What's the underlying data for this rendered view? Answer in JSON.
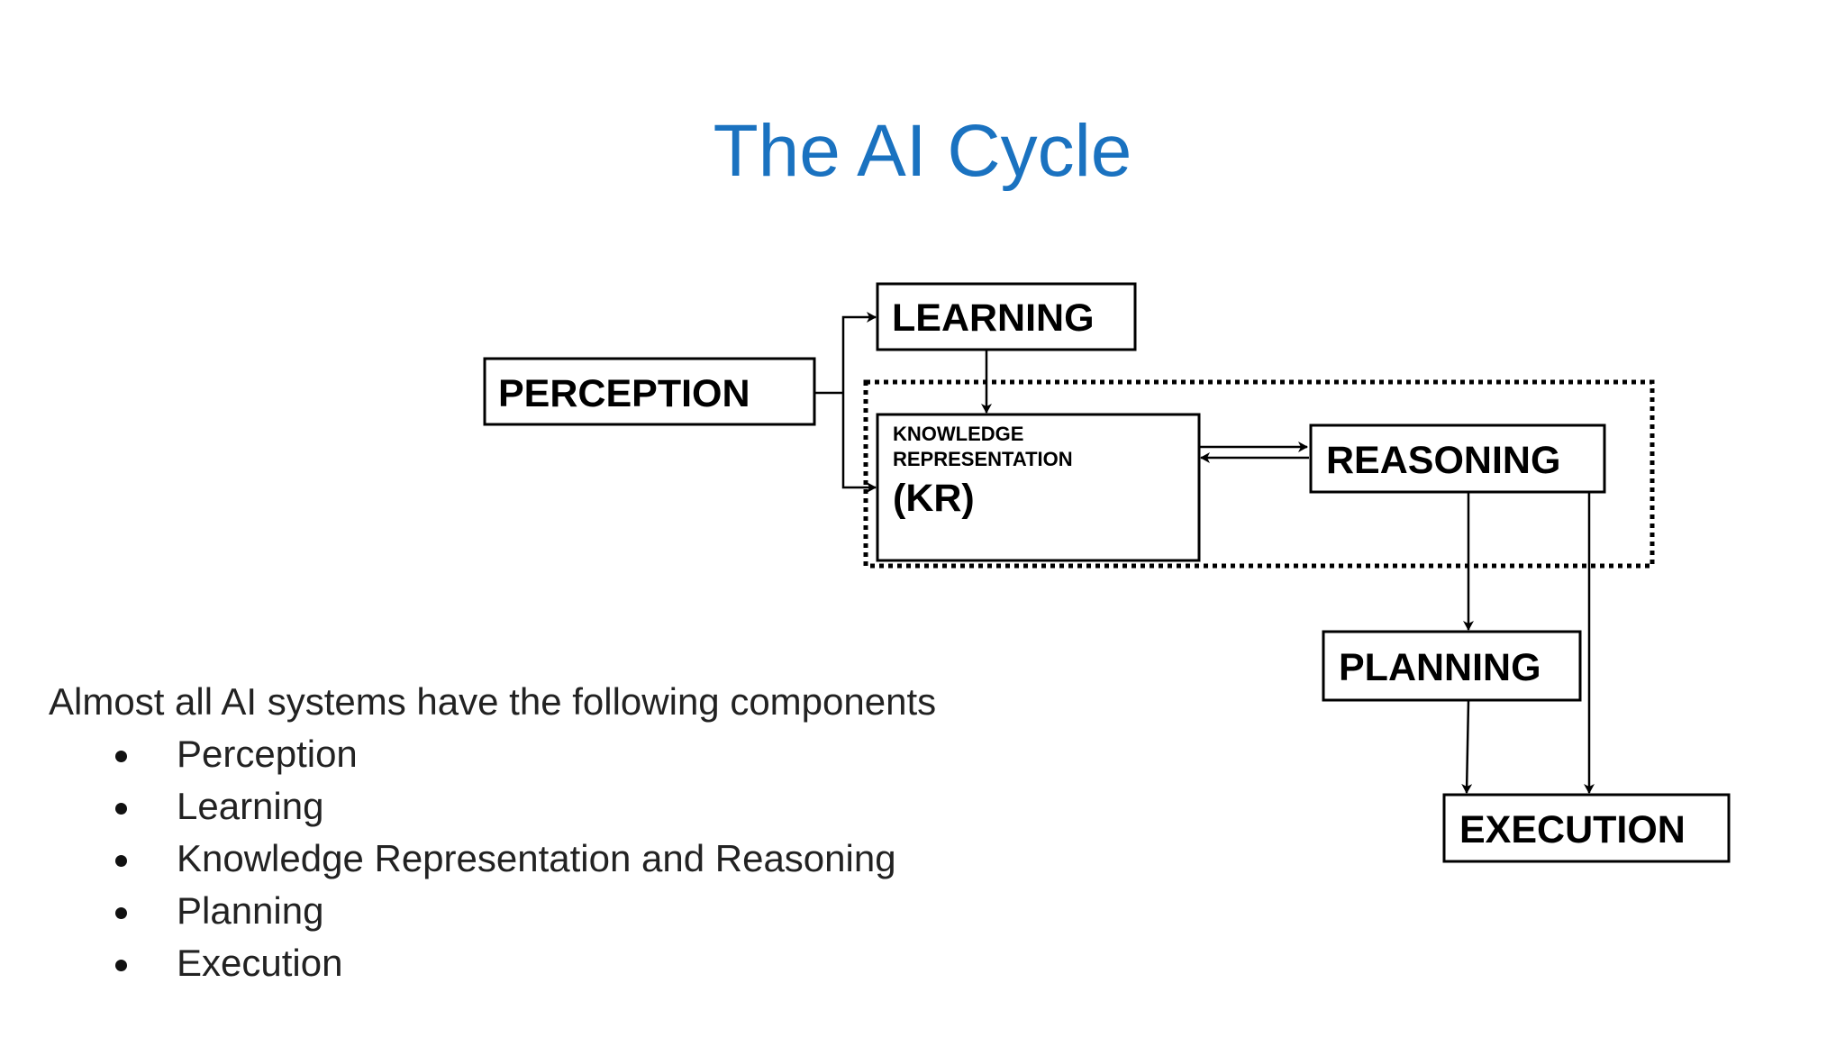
{
  "slide": {
    "title": "The AI Cycle",
    "title_color": "#1a72c0"
  },
  "diagram": {
    "nodes": {
      "learning": "LEARNING",
      "perception": "PERCEPTION",
      "kr_line1": "KNOWLEDGE",
      "kr_line2": "REPRESENTATION",
      "kr_line3": "(KR)",
      "reasoning": "REASONING",
      "planning": "PLANNING",
      "execution": "EXECUTION"
    },
    "edges": [
      {
        "from": "perception",
        "to": "learning"
      },
      {
        "from": "perception",
        "to": "knowledge-representation"
      },
      {
        "from": "learning",
        "to": "knowledge-representation"
      },
      {
        "from": "knowledge-representation",
        "to": "reasoning"
      },
      {
        "from": "reasoning",
        "to": "knowledge-representation"
      },
      {
        "from": "reasoning",
        "to": "planning"
      },
      {
        "from": "reasoning",
        "to": "execution"
      },
      {
        "from": "planning",
        "to": "execution"
      }
    ],
    "group": {
      "style": "dotted",
      "contains": [
        "knowledge-representation",
        "reasoning"
      ]
    }
  },
  "body": {
    "intro": "Almost all AI systems have the following components",
    "bullets": [
      "Perception",
      "Learning",
      "Knowledge Representation and Reasoning",
      "Planning",
      "Execution"
    ]
  }
}
